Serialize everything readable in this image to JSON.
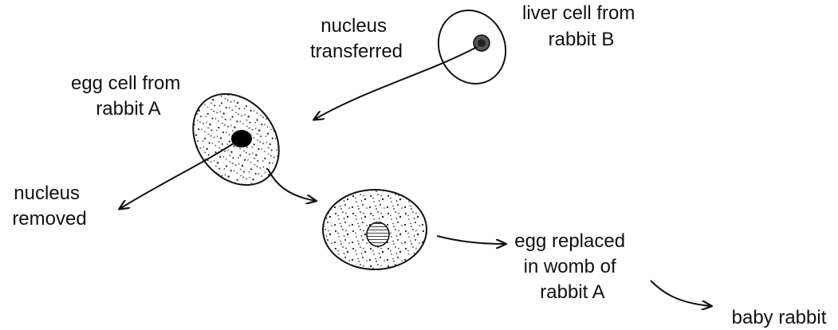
{
  "labels": {
    "nucleus_transferred": [
      "nucleus",
      "transferred"
    ],
    "liver_cell": [
      "liver cell from",
      "rabbit B"
    ],
    "egg_cell": [
      "egg cell from",
      "rabbit A"
    ],
    "nucleus_removed": [
      "nucleus",
      "removed"
    ],
    "egg_replaced": [
      "egg replaced",
      "in womb of",
      "rabbit A"
    ],
    "baby_rabbit": [
      "baby rabbit"
    ]
  },
  "colors": {
    "ink": "#111111",
    "background": "#ffffff"
  }
}
